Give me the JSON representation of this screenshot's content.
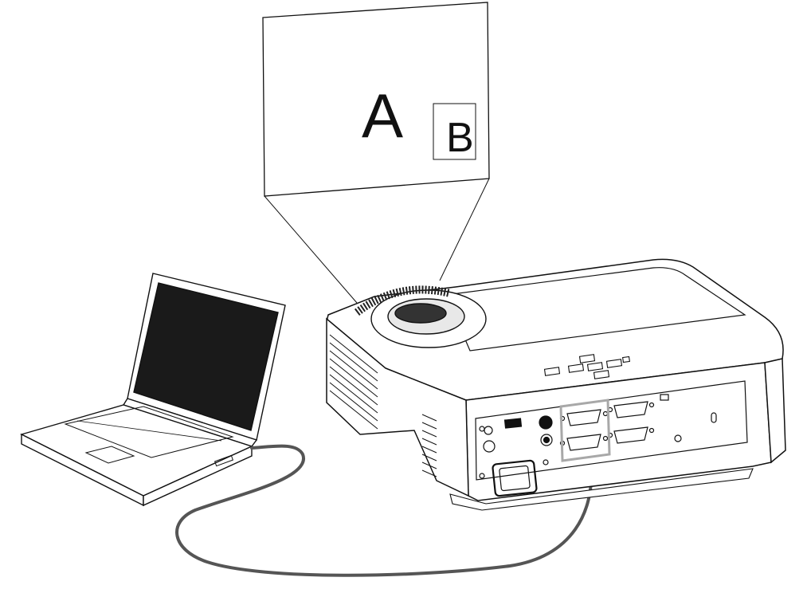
{
  "screen": {
    "main_label": "A",
    "pip_label": "B"
  },
  "colors": {
    "line": "#111111",
    "cable": "#555555",
    "highlight": "#a8a8a8",
    "laptop_screen": "#1a1a1a",
    "background": "#ffffff"
  },
  "icons": {
    "screen": "projection-screen",
    "laptop": "laptop-icon",
    "projector": "projector-icon",
    "cable": "vga-cable",
    "power": "power-inlet-icon"
  }
}
